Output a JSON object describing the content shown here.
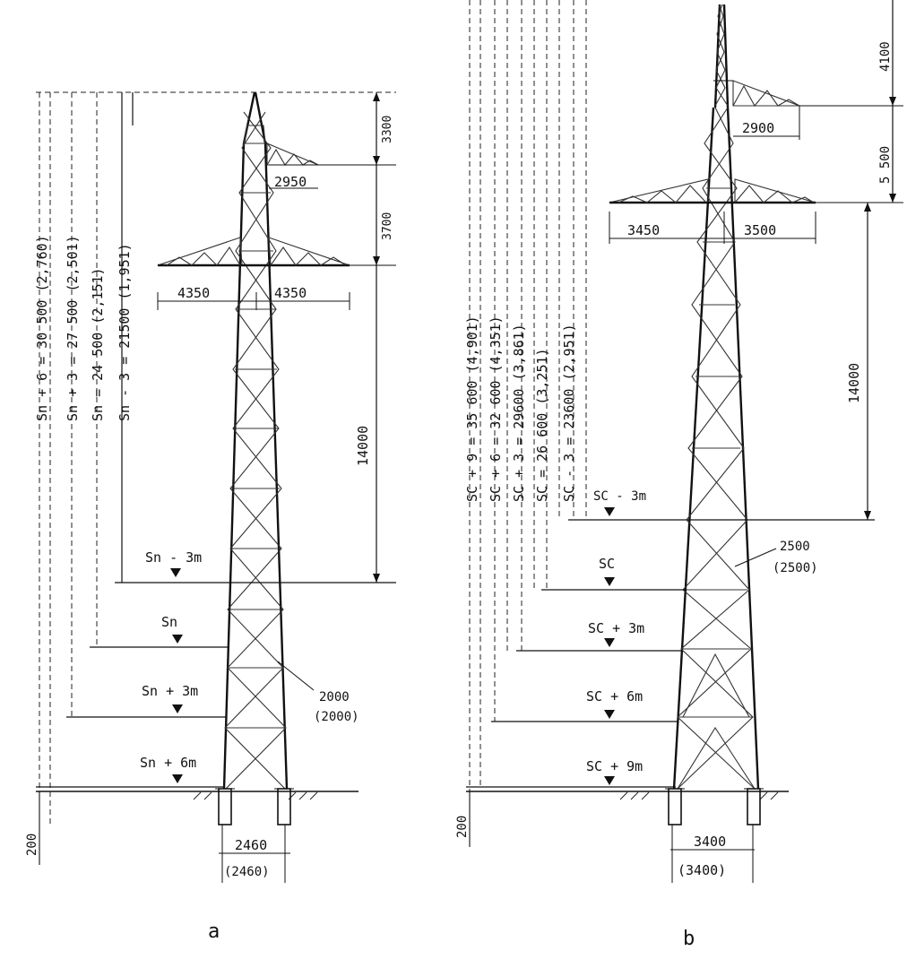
{
  "figure_a": {
    "label": "a",
    "total_heights": [
      "Sn + 6 = 30 500  (2,760)",
      "Sn + 3 = 27 500  (2,501)",
      "Sn = 24 500  (2,151)",
      "Sn - 3 = 21500  (1,951)"
    ],
    "top_dims": {
      "peak": "3300",
      "upper_to_lower": "3700",
      "lower_to_level": "14000"
    },
    "arms": {
      "upper": "2950",
      "lower_left": "4350",
      "lower_right": "4350"
    },
    "levels": [
      "Sn - 3m",
      "Sn",
      "Sn + 3m",
      "Sn + 6m"
    ],
    "waist": {
      "value": "2000",
      "paren": "(2000)"
    },
    "foundation": "200",
    "base": {
      "value": "2460",
      "paren": "(2460)"
    }
  },
  "figure_b": {
    "label": "b",
    "total_heights": [
      "SC + 9 = 35 600  (4,901)",
      "SC + 6 = 32 600  (4,351)",
      "SC + 3 = 29600  (3,861)",
      "SC = 26 600  (3,251)",
      "SC - 3 = 23600  (2,951)"
    ],
    "top_dims": {
      "peak": "4100",
      "upper_to_lower": "5 500",
      "lower_to_level": "14000"
    },
    "arms": {
      "upper": "2900",
      "lower_left": "3450",
      "lower_right": "3500"
    },
    "levels": [
      "SC - 3m",
      "SC",
      "SC + 3m",
      "SC + 6m",
      "SC + 9m"
    ],
    "waist": {
      "value": "2500",
      "paren": "(2500)"
    },
    "foundation": "200",
    "base": {
      "value": "3400",
      "paren": "(3400)"
    }
  }
}
